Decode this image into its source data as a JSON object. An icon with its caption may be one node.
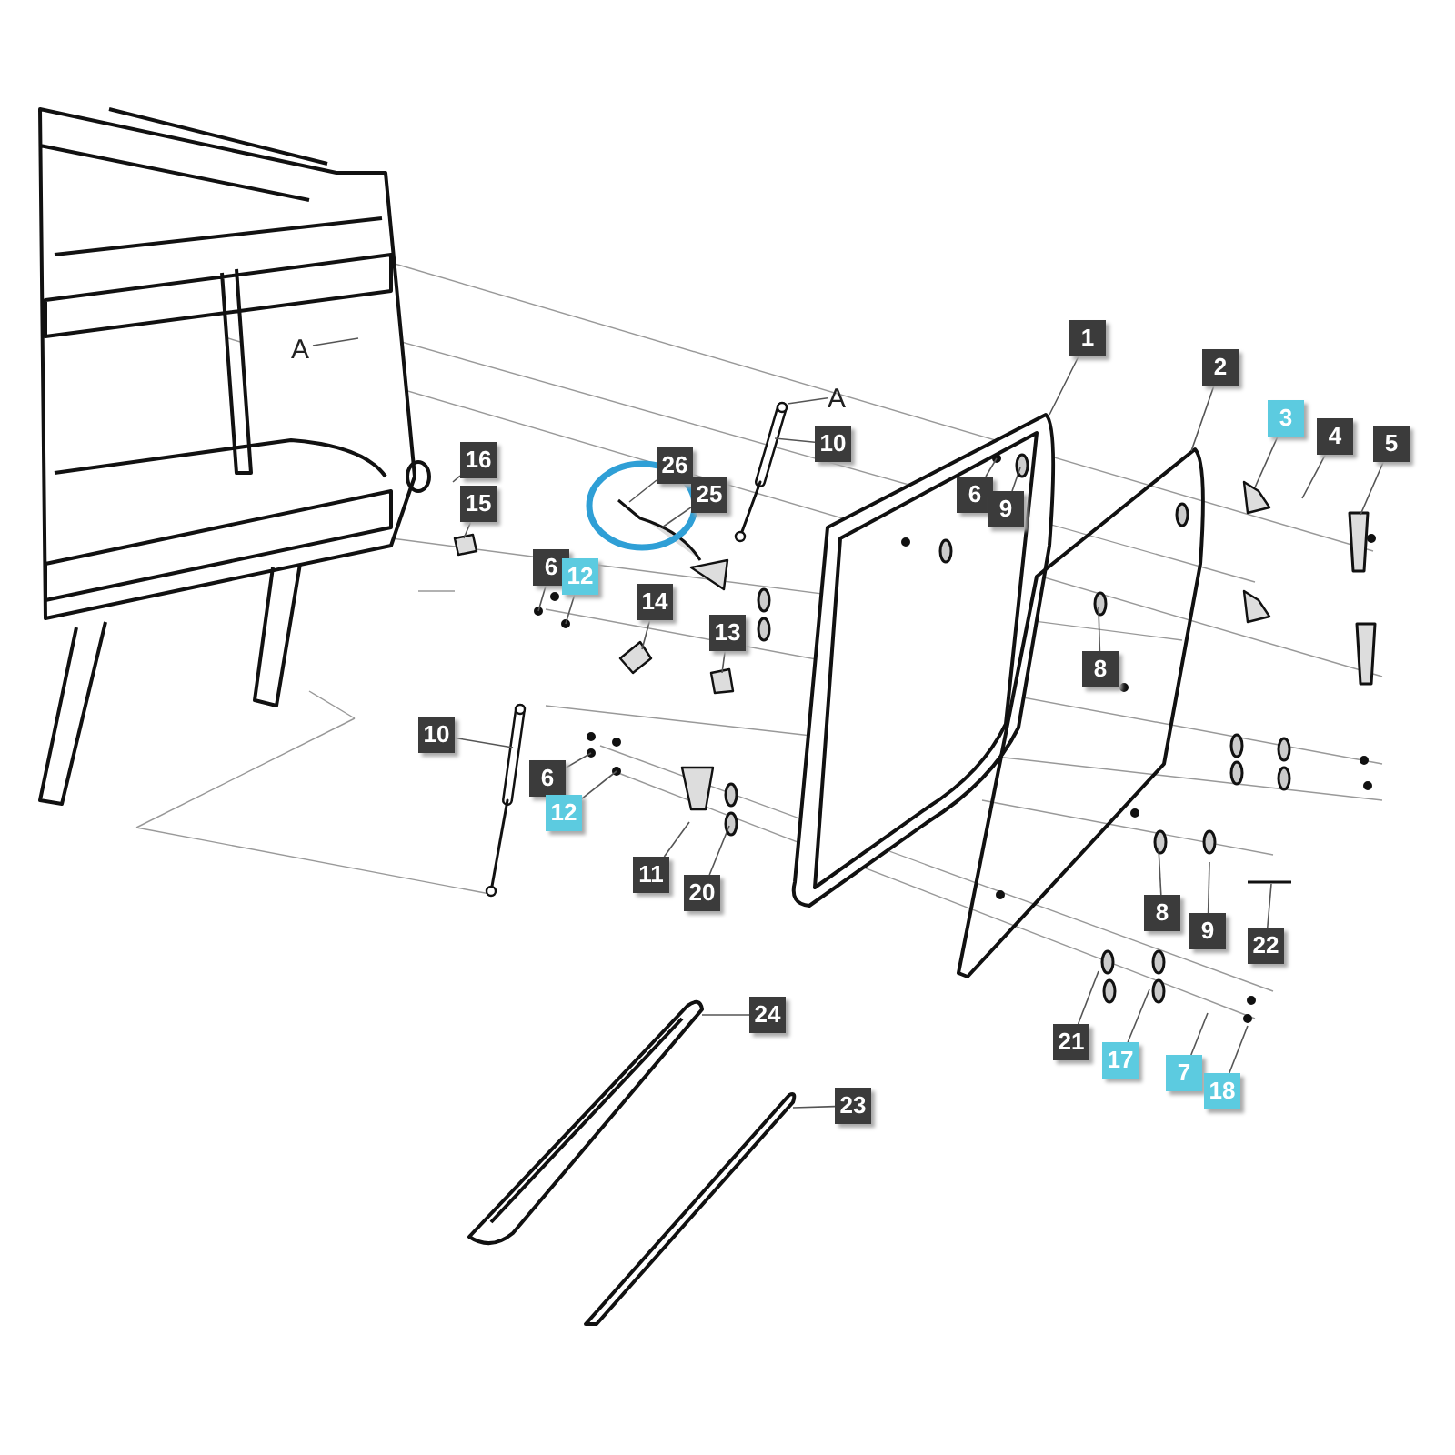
{
  "diagram": {
    "nodes": [
      {
        "text": [
          "A"
        ]
      },
      {
        "text": [
          "1"
        ]
      },
      {
        "text": [
          "2"
        ]
      },
      {
        "text": [
          "3"
        ]
      },
      {
        "text": [
          "4"
        ]
      },
      {
        "text": [
          "5"
        ]
      },
      {
        "text": [
          "A"
        ]
      },
      {
        "text": [
          "10"
        ]
      },
      {
        "text": [
          "16"
        ]
      },
      {
        "text": [
          "26"
        ]
      },
      {
        "text": [
          "15"
        ]
      },
      {
        "text": [
          "25"
        ]
      },
      {
        "text": [
          "6"
        ]
      },
      {
        "text": [
          "9"
        ]
      },
      {
        "text": [
          "6"
        ]
      },
      {
        "text": [
          "12"
        ]
      },
      {
        "text": [
          "14"
        ]
      },
      {
        "text": [
          "13"
        ]
      },
      {
        "text": [
          "8"
        ]
      },
      {
        "text": [
          "10"
        ]
      },
      {
        "text": [
          "6"
        ]
      },
      {
        "text": [
          "12"
        ]
      },
      {
        "text": [
          "11"
        ]
      },
      {
        "text": [
          "20"
        ]
      },
      {
        "text": [
          "8"
        ]
      },
      {
        "text": [
          "9"
        ]
      },
      {
        "text": [
          "22"
        ]
      },
      {
        "text": [
          "24"
        ]
      },
      {
        "text": [
          "21"
        ]
      },
      {
        "text": [
          "17"
        ]
      },
      {
        "text": [
          "7"
        ]
      },
      {
        "text": [
          "18"
        ]
      },
      {
        "text": [
          "23"
        ]
      },
      {
        "text": [],
        "shape": "bar"
      },
      {
        "text": [],
        "shape": "bar"
      }
    ],
    "edges": [
      {
        "from": 0,
        "to": null,
        "arrow": "none"
      },
      {
        "from": 1,
        "to": null,
        "arrow": "none"
      },
      {
        "from": 2,
        "to": null,
        "arrow": "none"
      },
      {
        "from": 3,
        "to": null,
        "arrow": "none"
      },
      {
        "from": 4,
        "to": null,
        "arrow": "none"
      },
      {
        "from": 5,
        "to": null,
        "arrow": "none"
      },
      {
        "from": 6,
        "to": 33,
        "arrow": "none"
      },
      {
        "from": 7,
        "to": 33,
        "arrow": "none"
      },
      {
        "from": 8,
        "to": null,
        "arrow": "none"
      },
      {
        "from": 9,
        "to": null,
        "arrow": "none"
      },
      {
        "from": 10,
        "to": null,
        "arrow": "none"
      },
      {
        "from": 11,
        "to": null,
        "arrow": "none"
      },
      {
        "from": 12,
        "to": null,
        "arrow": "none"
      },
      {
        "from": 13,
        "to": null,
        "arrow": "none"
      },
      {
        "from": 14,
        "to": null,
        "arrow": "none"
      },
      {
        "from": 15,
        "to": null,
        "arrow": "none"
      },
      {
        "from": 16,
        "to": null,
        "arrow": "none"
      },
      {
        "from": 17,
        "to": null,
        "arrow": "none"
      },
      {
        "from": 18,
        "to": null,
        "arrow": "none"
      },
      {
        "from": 19,
        "to": 34,
        "arrow": "none"
      },
      {
        "from": 20,
        "to": null,
        "arrow": "none"
      },
      {
        "from": 21,
        "to": null,
        "arrow": "none"
      },
      {
        "from": 22,
        "to": null,
        "arrow": "none"
      },
      {
        "from": 23,
        "to": null,
        "arrow": "none"
      },
      {
        "from": 24,
        "to": null,
        "arrow": "none"
      },
      {
        "from": 25,
        "to": null,
        "arrow": "none"
      },
      {
        "from": 26,
        "to": null,
        "arrow": "none"
      },
      {
        "from": 27,
        "to": null,
        "arrow": "none"
      },
      {
        "from": 28,
        "to": null,
        "arrow": "none"
      },
      {
        "from": 29,
        "to": null,
        "arrow": "none"
      },
      {
        "from": 30,
        "to": null,
        "arrow": "none"
      },
      {
        "from": 31,
        "to": null,
        "arrow": "none"
      },
      {
        "from": 32,
        "to": null,
        "arrow": "none"
      }
    ]
  }
}
